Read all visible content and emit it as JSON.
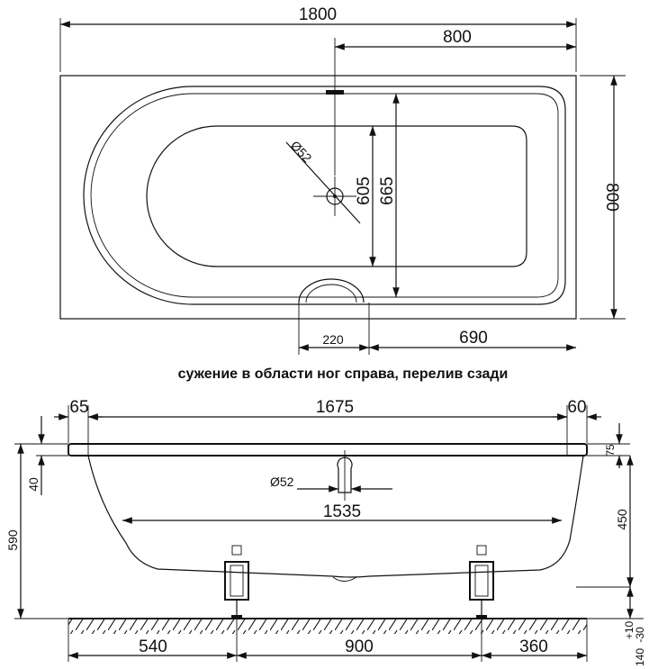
{
  "top_view": {
    "length_total": "1800",
    "drain_offset": "800",
    "width_total": "800",
    "inner_width_bottom": "605",
    "inner_width_top": "665",
    "drain_diameter": "Ø52",
    "recess_width": "220",
    "recess_offset": "690"
  },
  "caption": "сужение в области ног справа, перелив сзади",
  "side_view": {
    "rim_left": "65",
    "inner_length": "1675",
    "rim_right": "60",
    "rim_thickness": "75",
    "rim_drop": "40",
    "total_height": "590",
    "bottom_height": "450",
    "overflow_diameter": "Ø52",
    "bottom_length": "1535",
    "leg_offset_left": "540",
    "leg_spacing": "900",
    "leg_offset_right": "360",
    "leg_adjust_range": "140",
    "leg_adjust_plus": "+10",
    "leg_adjust_minus": "-30"
  }
}
